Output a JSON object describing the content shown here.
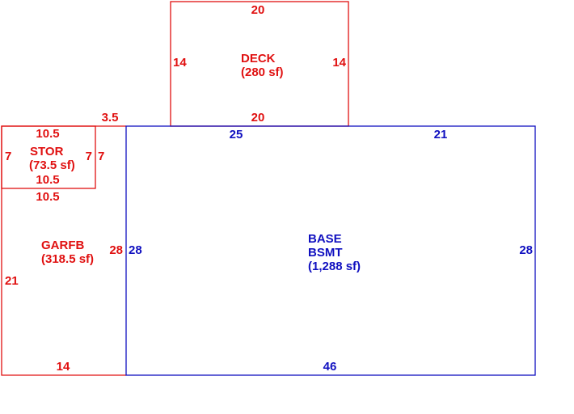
{
  "colors": {
    "red": "#e01010",
    "blue": "#1010c0"
  },
  "areas": {
    "deck": {
      "name": "DECK",
      "area": "(280 sf)"
    },
    "stor": {
      "name": "STOR",
      "area": "(73.5 sf)"
    },
    "garfb": {
      "name": "GARFB",
      "area": "(318.5 sf)"
    },
    "base": {
      "name": "BASE",
      "subname": "BSMT",
      "area": "(1,288 sf)"
    }
  },
  "dims": {
    "deck_top": "20",
    "deck_left": "14",
    "deck_right": "14",
    "deck_bottom": "20",
    "stor_top": "10.5",
    "stor_left": "7",
    "stor_right_a": "7",
    "stor_right_b": "7",
    "stor_bottom_a": "10.5",
    "stor_bottom_b": "10.5",
    "offset": "3.5",
    "garfb_right": "28",
    "garfb_left": "21",
    "garfb_bottom": "14",
    "base_top_a": "25",
    "base_top_b": "21",
    "base_left": "28",
    "base_right": "28",
    "base_bottom": "46"
  }
}
